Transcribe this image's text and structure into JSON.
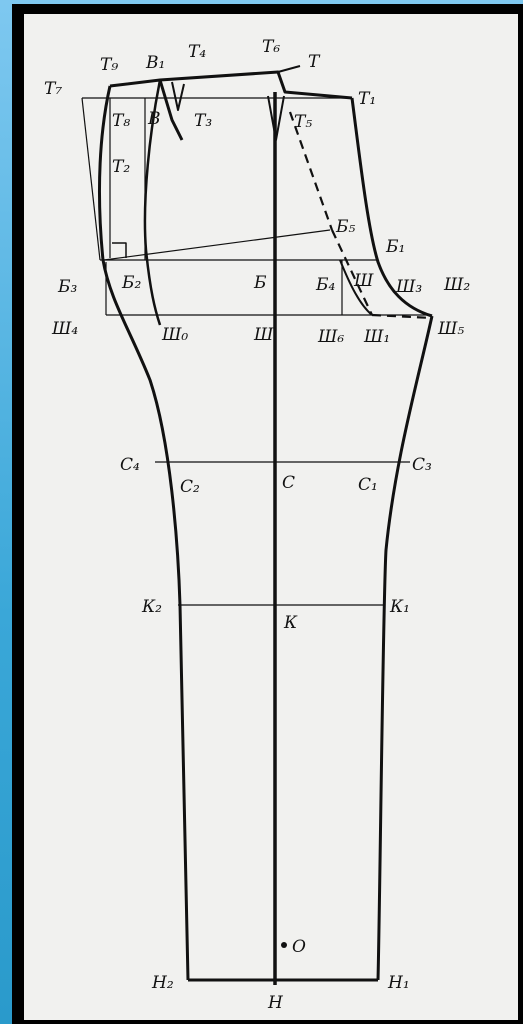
{
  "diagram": {
    "labels": {
      "T9": "Т₉",
      "B1": "В₁",
      "T4": "Т₄",
      "T6": "Т₆",
      "T": "Т",
      "T7": "Т₇",
      "T1": "Т₁",
      "T8": "Т₈",
      "B": "В",
      "T3": "Т₃",
      "T5": "Т₅",
      "T2": "Т₂",
      "B5": "Б₅",
      "B1b": "Б₁",
      "B3": "Б₃",
      "B2": "Б₂",
      "Bc": "Б",
      "B4": "Б₄",
      "SH": "Ш",
      "SH3": "Ш₃",
      "SH2": "Ш₂",
      "SH4": "Ш₄",
      "SH0": "Ш₀",
      "SHc": "Ш",
      "SH6": "Ш₆",
      "SH1": "Ш₁",
      "SH5": "Ш₅",
      "C4": "С₄",
      "C2": "С₂",
      "C": "С",
      "C1": "С₁",
      "C3": "С₃",
      "K2": "К₂",
      "K": "К",
      "K1": "К₁",
      "O": "О",
      "H2": "Н₂",
      "H": "Н",
      "H1": "Н₁"
    }
  }
}
